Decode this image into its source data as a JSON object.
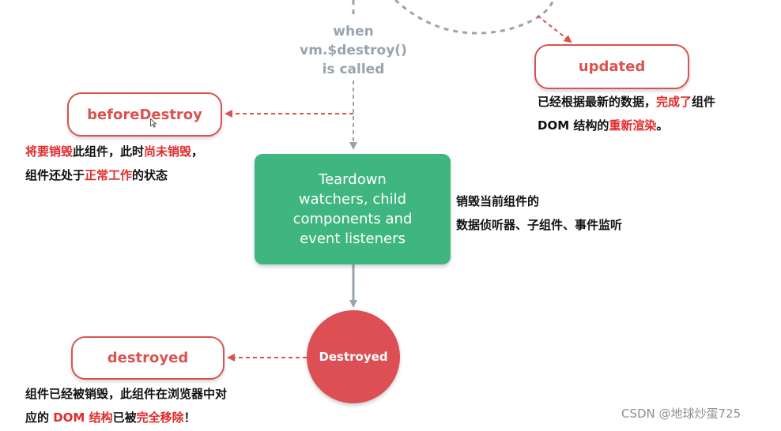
{
  "trigger": {
    "line1": "when",
    "line2": "vm.$destroy()",
    "line3": "is called"
  },
  "hooks": {
    "updated": "updated",
    "beforeDestroy": "beforeDestroy",
    "destroyed": "destroyed"
  },
  "teardown": {
    "line1": "Teardown",
    "line2": "watchers, child",
    "line3": "components and",
    "line4": "event listeners"
  },
  "destroyed_state": "Destroyed",
  "notes": {
    "updated": {
      "l1_a": "已经根据最新的数据，",
      "l1_b": "完成了",
      "l1_c": "组件",
      "l2_a": "DOM 结构的",
      "l2_b": "重新渲染",
      "l2_c": "。"
    },
    "beforeDestroy": {
      "l1_a": "将要销毁",
      "l1_b": "此组件，此时",
      "l1_c": "尚未销毁",
      "l1_d": "，",
      "l2_a": "组件还处于",
      "l2_b": "正常工作",
      "l2_c": "的状态"
    },
    "teardown": {
      "l1": "销毁当前组件的",
      "l2": "数据侦听器、子组件、事件监听"
    },
    "destroyed": {
      "l1": "组件已经被销毁，此组件在浏览器中对",
      "l2_a": "应的 ",
      "l2_b": "DOM 结构",
      "l2_c": "已被",
      "l2_d": "完全移除",
      "l2_e": "！"
    }
  },
  "watermark": "CSDN @地球炒蛋725",
  "colors": {
    "hook_red": "#d9534f",
    "teardown_green": "#3fb67f",
    "destroyed_red": "#dc4f55",
    "line_gray": "#9aa3ad",
    "highlight_red": "#e02b2b"
  }
}
